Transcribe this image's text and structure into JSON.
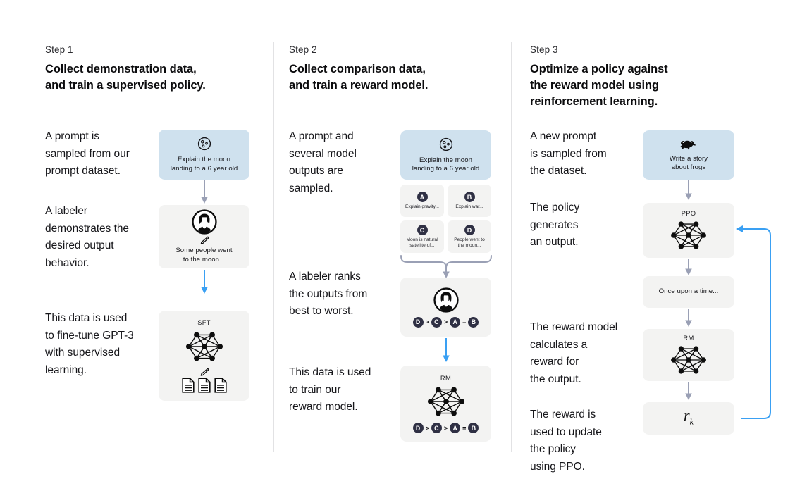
{
  "diagram": {
    "title": "RLHF three-step training diagram",
    "accent_blue": "#3aa0f3",
    "card_blue": "#cfe1ee",
    "card_grey": "#f3f3f2",
    "chip_dark": "#2f3044",
    "divider": "#e2e2e4"
  },
  "steps": [
    {
      "label": "Step 1",
      "title": "Collect demonstration data,\nand train a supervised policy.",
      "paragraphs": [
        "A prompt is\nsampled from our\nprompt dataset.",
        "A labeler\ndemonstrates the\ndesired output\nbehavior.",
        "This data is used\nto fine-tune GPT-3\nwith supervised\nlearning."
      ],
      "cards": [
        {
          "name": "prompt-card",
          "kind": "blue",
          "icon": "moon-icon",
          "text": "Explain the moon\nlanding to a 6 year old"
        },
        {
          "name": "demonstration-card",
          "kind": "grey",
          "icon": "labeler-avatar-icon",
          "text": "Some people went\nto the moon..."
        },
        {
          "name": "sft-model-card",
          "kind": "grey",
          "icon": "neural-network-icon",
          "title": "SFT",
          "text": ""
        }
      ]
    },
    {
      "label": "Step 2",
      "title": "Collect comparison data,\nand train a reward model.",
      "paragraphs": [
        "A prompt and\nseveral model\noutputs are\nsampled.",
        "A labeler ranks\nthe outputs from\nbest to worst.",
        "This data is used\nto train our\nreward model."
      ],
      "cards": [
        {
          "name": "prompt-card",
          "kind": "blue",
          "icon": "moon-icon",
          "text": "Explain the moon\nlanding to a 6 year old"
        },
        {
          "name": "ranking-card",
          "kind": "grey",
          "icon": "labeler-avatar-icon",
          "text": ""
        },
        {
          "name": "reward-model-card",
          "kind": "grey",
          "icon": "neural-network-icon",
          "title": "RM",
          "text": ""
        }
      ],
      "options": [
        {
          "letter": "A",
          "text": "Explain gravity..."
        },
        {
          "letter": "B",
          "text": "Explain war..."
        },
        {
          "letter": "C",
          "text": "Moon is natural\nsatellite of..."
        },
        {
          "letter": "D",
          "text": "People went to\nthe moon..."
        }
      ],
      "ranking": [
        "D",
        ">",
        "C",
        ">",
        "A",
        "=",
        "B"
      ]
    },
    {
      "label": "Step 3",
      "title": "Optimize a policy against\nthe reward model using\nreinforcement learning.",
      "paragraphs": [
        "A new prompt\nis sampled from\nthe dataset.",
        "The policy\ngenerates\nan output.",
        "The reward model\ncalculates a\nreward for\nthe output.",
        "The reward is\nused to update\nthe policy\nusing PPO."
      ],
      "cards": [
        {
          "name": "new-prompt-card",
          "kind": "blue",
          "icon": "frog-icon",
          "text": "Write a story\nabout frogs"
        },
        {
          "name": "ppo-policy-card",
          "kind": "grey",
          "icon": "neural-network-icon",
          "title": "PPO",
          "text": ""
        },
        {
          "name": "generated-output-card",
          "kind": "grey",
          "icon": "none",
          "text": "Once upon a time..."
        },
        {
          "name": "reward-model-card",
          "kind": "grey",
          "icon": "neural-network-icon",
          "title": "RM",
          "text": ""
        },
        {
          "name": "reward-value-card",
          "kind": "grey",
          "icon": "none",
          "text": "r",
          "subscript": "k"
        }
      ]
    }
  ]
}
